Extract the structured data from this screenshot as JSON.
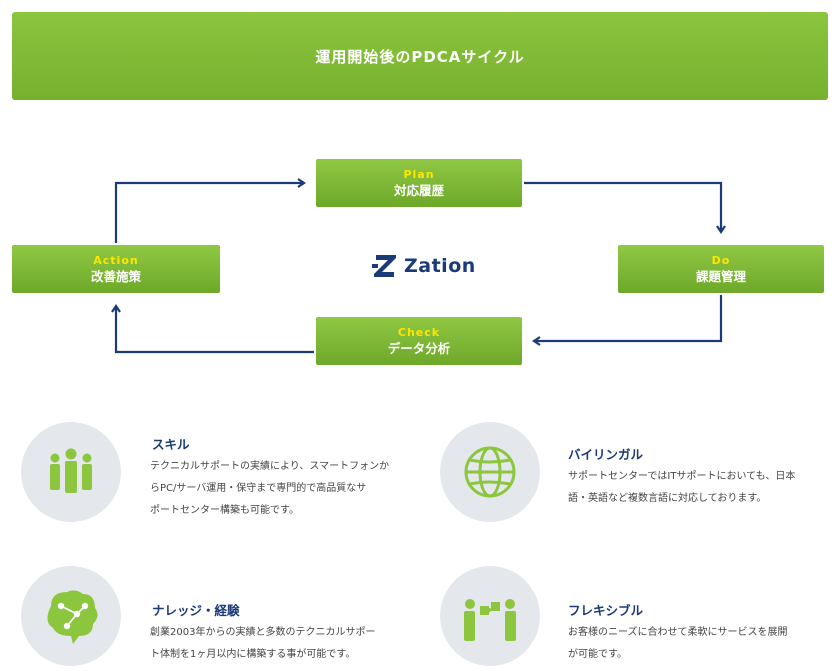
{
  "banner": {
    "title": "運用開始後のPDCAサイクル"
  },
  "cycle": {
    "plan": {
      "en": "Plan",
      "jp": "対応履歴"
    },
    "do": {
      "en": "Do",
      "jp": "課題管理"
    },
    "check": {
      "en": "Check",
      "jp": "データ分析"
    },
    "action": {
      "en": "Action",
      "jp": "改善施策"
    }
  },
  "logo": {
    "text": "Zation",
    "icon": "z-logo-icon"
  },
  "features": {
    "skill": {
      "title": "スキル",
      "icon": "people-icon",
      "desc": [
        "テクニカルサポートの実績により、スマートフォンか",
        "らPC/サーバ運用・保守まで専門的で高品質なサ",
        "ポートセンター構築も可能です。"
      ]
    },
    "bilingual": {
      "title": "バイリンガル",
      "icon": "globe-icon",
      "desc": [
        "サポートセンターではITサポートにおいても、日本",
        "語・英語など複数言語に対応しております。"
      ]
    },
    "knowledge": {
      "title": "ナレッジ・経験",
      "icon": "brain-icon",
      "desc": [
        "創業2003年からの実績と多数のテクニカルサポー",
        "ト体制を1ヶ月以内に構築する事が可能です。"
      ]
    },
    "flexible": {
      "title": "フレキシブル",
      "icon": "puzzle-people-icon",
      "desc": [
        "お客様のニーズに合わせて柔軟にサービスを展開",
        "が可能です。"
      ]
    }
  },
  "colors": {
    "green": "#7ab833",
    "navy": "#1a3a78",
    "yellow": "#ffe600",
    "icon_bg": "#e4e8ec"
  }
}
